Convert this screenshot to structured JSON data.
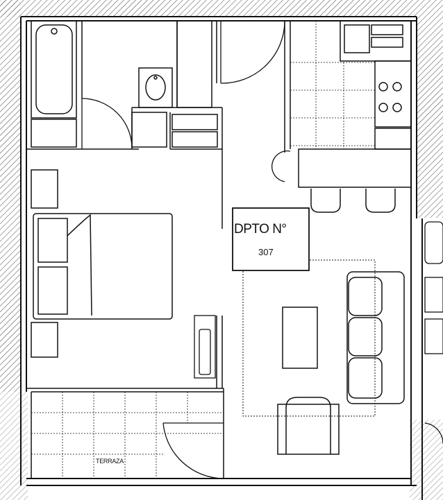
{
  "unit": {
    "title": "DPTO N°",
    "number": "307"
  },
  "rooms": {
    "terrace_label": "TERRAZA"
  },
  "colors": {
    "line": "#111111",
    "hatch": "#444444",
    "background": "#ffffff"
  }
}
